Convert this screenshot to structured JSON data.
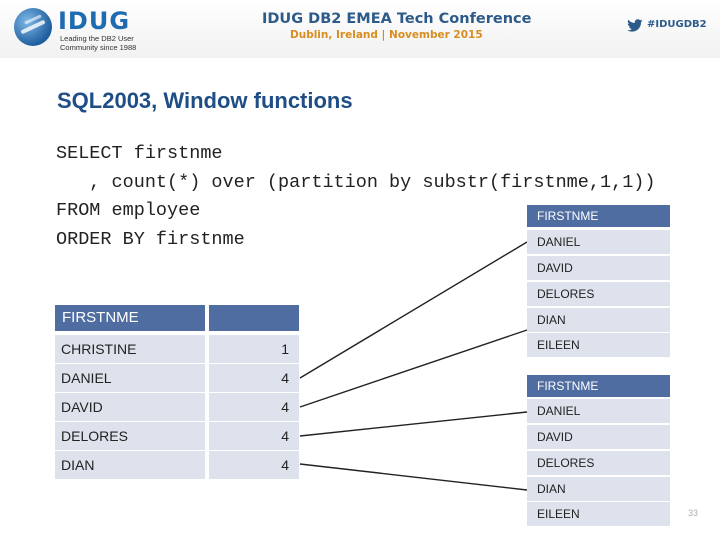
{
  "header": {
    "logo_text": "IDUG",
    "tagline_line1": "Leading the DB2 User",
    "tagline_line2": "Community since 1988",
    "conference_title": "IDUG DB2 EMEA Tech Conference",
    "conference_subtitle": "Dublin, Ireland  |  November 2015",
    "hashtag": "#IDUGDB2",
    "accent_color": "#1e6bb0",
    "sub_color": "#d98c1f"
  },
  "slide": {
    "title": "SQL2003, Window functions",
    "code_lines": [
      "SELECT firstnme",
      "   , count(*) over (partition by substr(firstnme,1,1))",
      "FROM employee",
      "ORDER BY firstnme"
    ],
    "slide_number": "33"
  },
  "left_table": {
    "header": "FIRSTNME",
    "header2": "",
    "rows": [
      {
        "name": "CHRISTINE",
        "count": "1"
      },
      {
        "name": "DANIEL",
        "count": "4"
      },
      {
        "name": "DAVID",
        "count": "4"
      },
      {
        "name": "DELORES",
        "count": "4"
      },
      {
        "name": "DIAN",
        "count": "4"
      }
    ]
  },
  "right_tables": [
    {
      "header": "FIRSTNME",
      "rows": [
        "DANIEL",
        "DAVID",
        "DELORES",
        "DIAN",
        "EILEEN"
      ]
    },
    {
      "header": "FIRSTNME",
      "rows": [
        "DANIEL",
        "DAVID",
        "DELORES",
        "DIAN",
        "EILEEN"
      ]
    }
  ],
  "colors": {
    "table_header": "#4f6da0",
    "table_row": "#dde2ec",
    "title": "#1f4e86"
  }
}
